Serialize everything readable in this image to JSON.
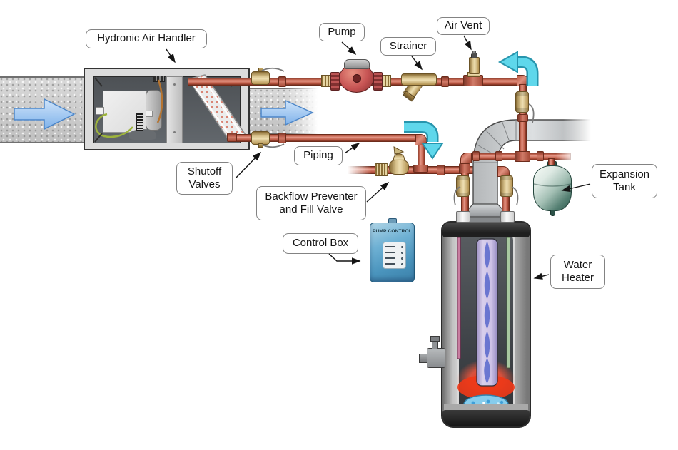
{
  "labels": {
    "air_handler": "Hydronic Air Handler",
    "pump": "Pump",
    "strainer": "Strainer",
    "air_vent": "Air Vent",
    "piping": "Piping",
    "shutoff_valves": "Shutoff Valves",
    "backflow_preventer": "Backflow Preventer and Fill Valve",
    "control_box": "Control Box",
    "expansion_tank": "Expansion Tank",
    "water_heater": "Water Heater"
  },
  "control_box": {
    "title": "PUMP CONTROL",
    "led_rows": 4
  },
  "flow_arrows": {
    "duct_left": "airflow-right",
    "duct_right": "airflow-right",
    "supply_top_right": "flow-up-then-left",
    "return_middle": "flow-right-then-down"
  },
  "colors": {
    "pipe": "#c4654f",
    "brass": "#d9c48e",
    "pump_red": "#c65353",
    "cyan_flow_arrow": "#5fd7eb",
    "duct_airflow_arrow": "#a9cdf2",
    "duct_gray": "#cbcbcb",
    "expansion_tank_green": "#2e5a4e",
    "control_box_blue": "#4a94bd",
    "burner_glow": "#ee3818",
    "pilot_flame_blue": "#86ccec",
    "flue_flame_violet": "#5868cc"
  }
}
